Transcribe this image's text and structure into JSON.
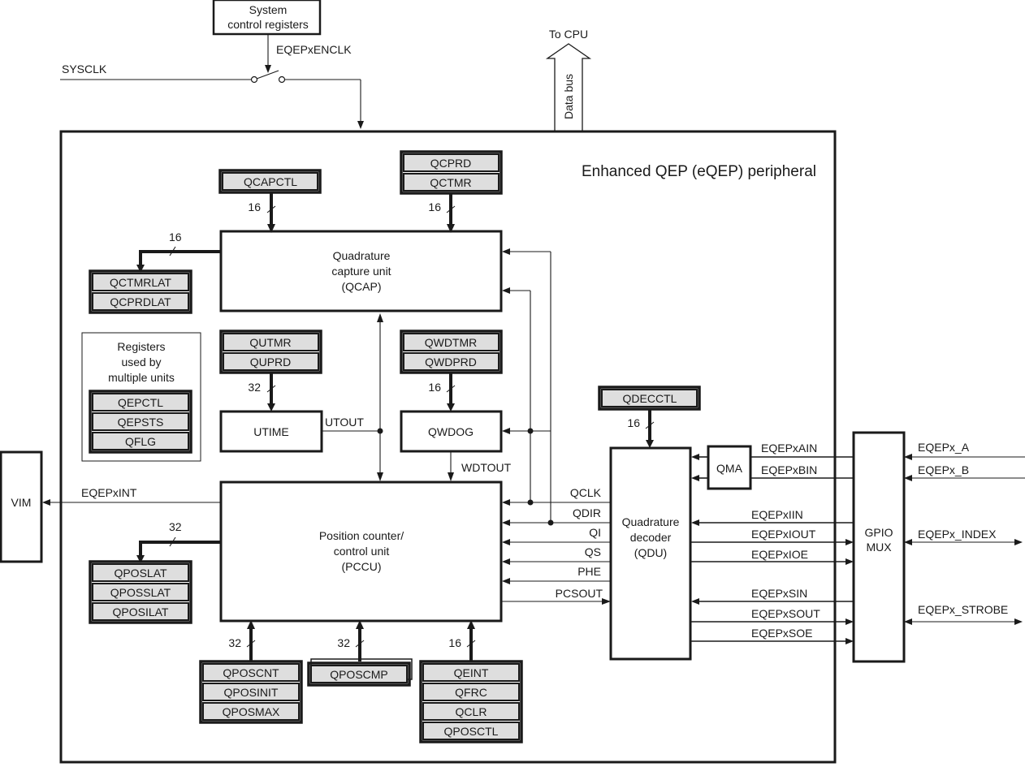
{
  "diagram": {
    "peripheral_title": "Enhanced QEP (eQEP) peripheral",
    "sysclk": "SYSCLK",
    "sys_ctrl_line1": "System",
    "sys_ctrl_line2": "control registers",
    "enclk": "EQEPxENCLK",
    "to_cpu": "To CPU",
    "data_bus": "Data bus",
    "qcap": [
      "Quadrature",
      "capture unit",
      "(QCAP)"
    ],
    "pccu": [
      "Position counter/",
      "control unit",
      "(PCCU)"
    ],
    "qdu": [
      "Quadrature",
      "decoder",
      "(QDU)"
    ],
    "utime": "UTIME",
    "qwdog": "QWDOG",
    "qma": "QMA",
    "gpio": [
      "GPIO",
      "MUX"
    ],
    "vim": "VIM",
    "shared_caption": [
      "Registers",
      "used by",
      "multiple units"
    ],
    "registers": {
      "qcapctl": [
        "QCAPCTL"
      ],
      "qcprd_group": [
        "QCPRD",
        "QCTMR"
      ],
      "qctmrlat_group": [
        "QCTMRLAT",
        "QCPRDLAT"
      ],
      "shared": [
        "QEPCTL",
        "QEPSTS",
        "QFLG"
      ],
      "qutmr_group": [
        "QUTMR",
        "QUPRD"
      ],
      "qwdtmr_group": [
        "QWDTMR",
        "QWDPRD"
      ],
      "qdecctl": [
        "QDECCTL"
      ],
      "qposlat_group": [
        "QPOSLAT",
        "QPOSSLAT",
        "QPOSILAT"
      ],
      "qposcnt_group": [
        "QPOSCNT",
        "QPOSINIT",
        "QPOSMAX"
      ],
      "qposcmp": [
        "QPOSCMP"
      ],
      "qeint_group": [
        "QEINT",
        "QFRC",
        "QCLR",
        "QPOSCTL"
      ]
    },
    "bus_widths": {
      "qcapctl": "16",
      "qcprd": "16",
      "qctmrlat": "16",
      "qutmr": "32",
      "qwdtmr": "16",
      "qdecctl": "16",
      "qposlat": "32",
      "qposcnt": "32",
      "qposcmp": "32",
      "qeint": "16"
    },
    "signals": {
      "utout": "UTOUT",
      "wdtout": "WDTOUT",
      "eqepxint": "EQEPxINT",
      "qclk": "QCLK",
      "qdir": "QDIR",
      "qi": "QI",
      "qs": "QS",
      "phe": "PHE",
      "pcsout": "PCSOUT",
      "eqepxain": "EQEPxAIN",
      "eqepxbin": "EQEPxBIN",
      "eqepxiin": "EQEPxIIN",
      "eqepxiout": "EQEPxIOUT",
      "eqepxioe": "EQEPxIOE",
      "eqepxsin": "EQEPxSIN",
      "eqepxsout": "EQEPxSOUT",
      "eqepxsoe": "EQEPxSOE",
      "eqepx_a": "EQEPx_A",
      "eqepx_b": "EQEPx_B",
      "eqepx_index": "EQEPx_INDEX",
      "eqepx_strobe": "EQEPx_STROBE"
    }
  }
}
